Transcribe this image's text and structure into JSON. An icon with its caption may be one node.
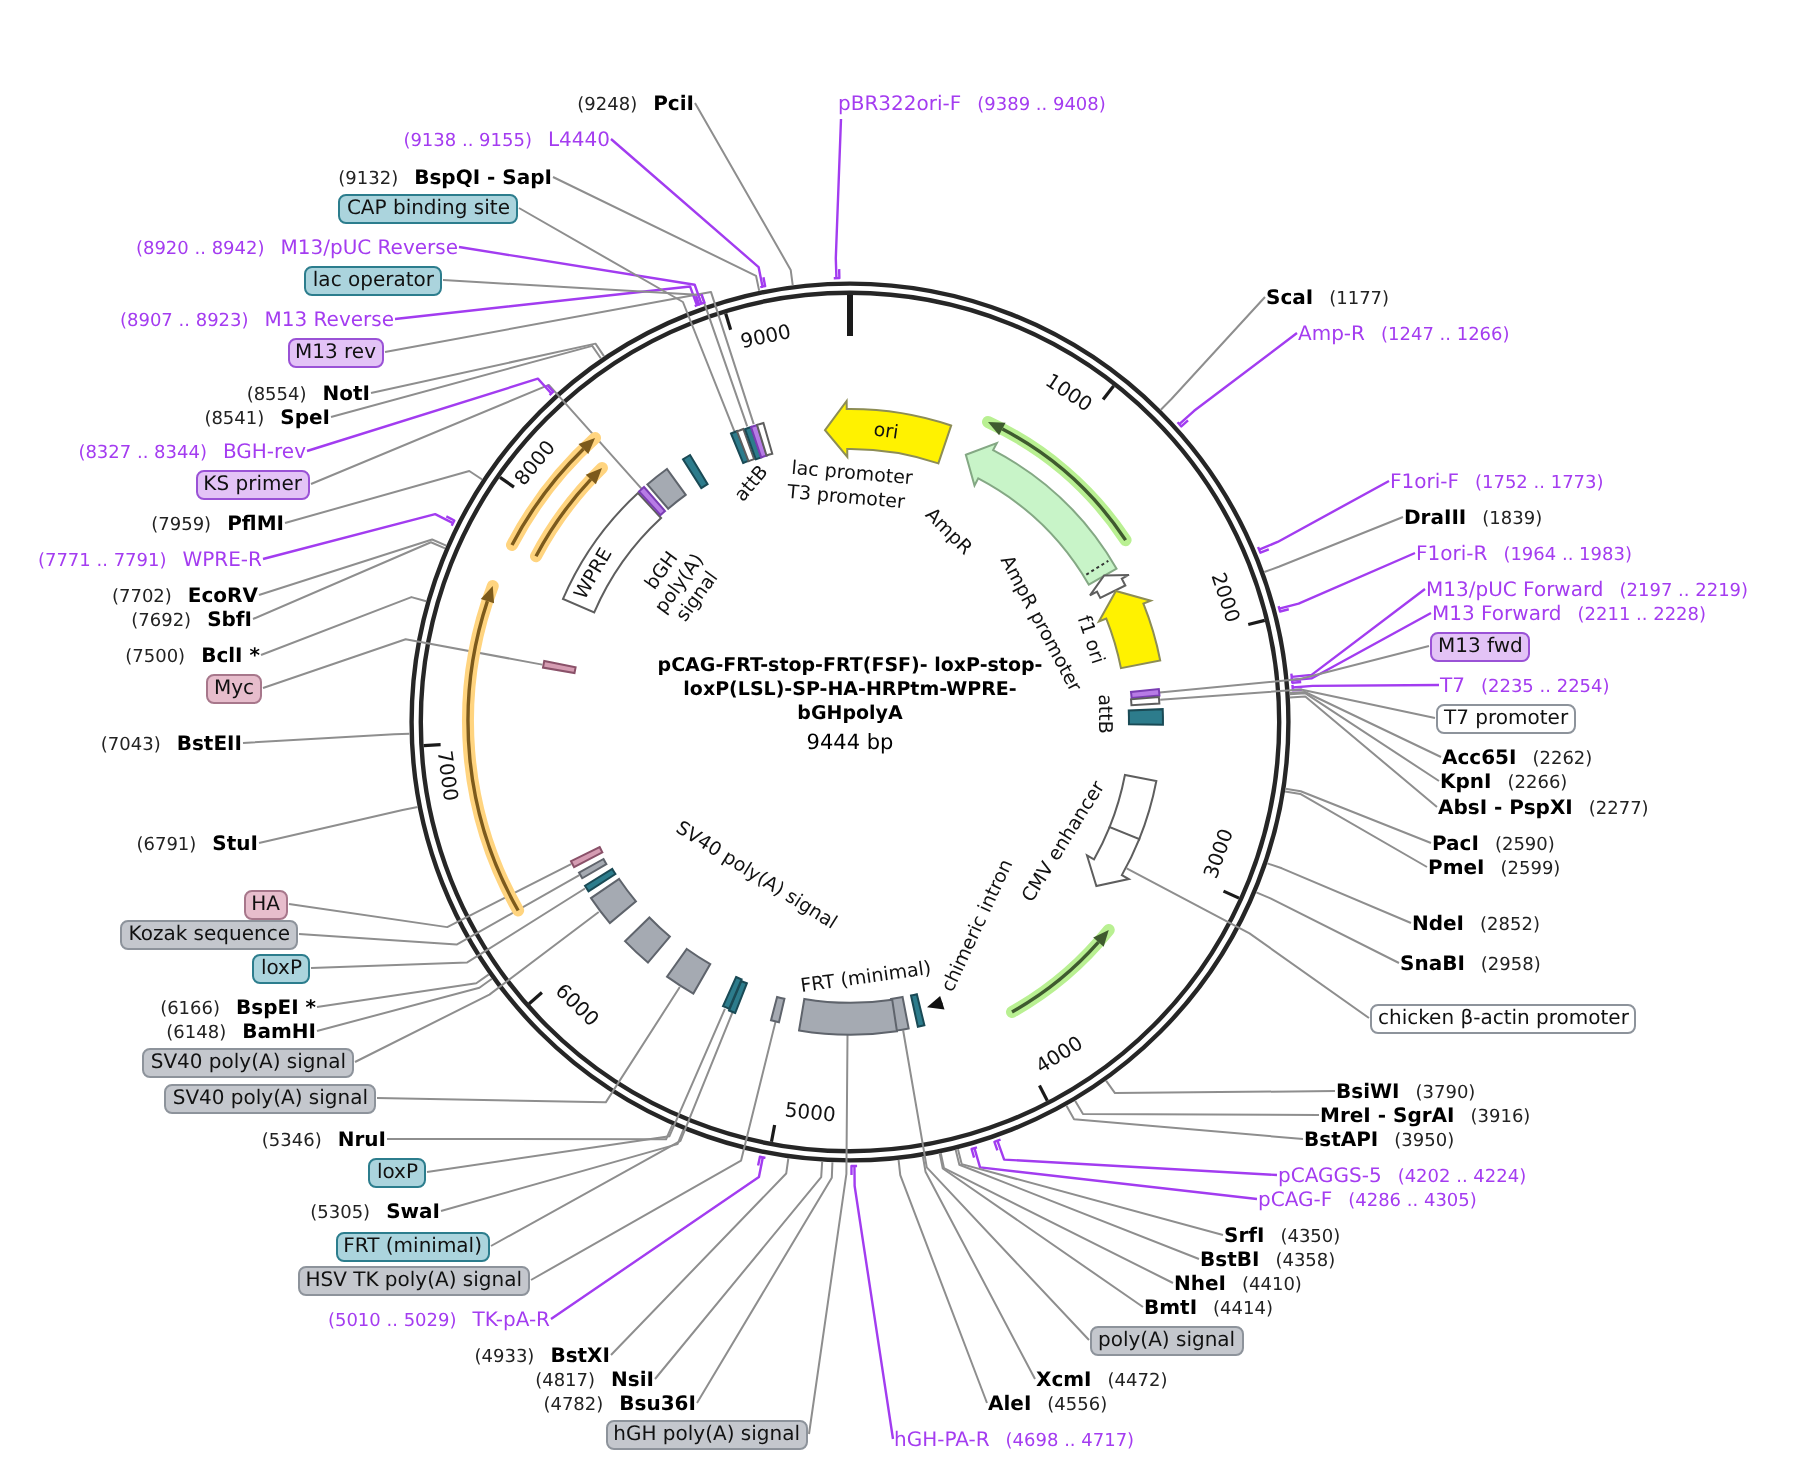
{
  "diagram": {
    "title": "pCAG-FRT-stop-FRT(FSF)- loxP-stop-loxP(LSL)-SP-HA-HRPtm-WPRE-bGHpolyA",
    "nodes": [
      {
        "text": [
          "pBR322ori-F",
          "(9389 .. 9408)"
        ]
      },
      {
        "text": [
          "ScaI",
          "(1177)"
        ]
      },
      {
        "text": [
          "Amp-R",
          "(1247 .. 1266)"
        ]
      },
      {
        "text": [
          "F1ori-F",
          "(1752 .. 1773)"
        ]
      },
      {
        "text": [
          "DraIII",
          "(1839)"
        ]
      },
      {
        "text": [
          "F1ori-R",
          "(1964 .. 1983)"
        ]
      },
      {
        "text": [
          "M13/pUC Forward",
          "(2197 .. 2219)"
        ]
      },
      {
        "text": [
          "M13 Forward",
          "(2211 .. 2228)"
        ]
      },
      {
        "text": [
          "M13 fwd"
        ]
      },
      {
        "text": [
          "T7",
          "(2235 .. 2254)"
        ]
      },
      {
        "text": [
          "T7 promoter"
        ]
      },
      {
        "text": [
          "Acc65I",
          "(2262)"
        ]
      },
      {
        "text": [
          "KpnI",
          "(2266)"
        ]
      },
      {
        "text": [
          "AbsI - PspXI",
          "(2277)"
        ]
      },
      {
        "text": [
          "PacI",
          "(2590)"
        ]
      },
      {
        "text": [
          "PmeI",
          "(2599)"
        ]
      },
      {
        "text": [
          "NdeI",
          "(2852)"
        ]
      },
      {
        "text": [
          "SnaBI",
          "(2958)"
        ]
      },
      {
        "text": [
          "chicken β-actin promoter"
        ]
      },
      {
        "text": [
          "BsiWI",
          "(3790)"
        ]
      },
      {
        "text": [
          "MreI - SgrAI",
          "(3916)"
        ]
      },
      {
        "text": [
          "BstAPI",
          "(3950)"
        ]
      },
      {
        "text": [
          "pCAGGS-5",
          "(4202 .. 4224)"
        ]
      },
      {
        "text": [
          "pCAG-F",
          "(4286 .. 4305)"
        ]
      },
      {
        "text": [
          "SrfI",
          "(4350)"
        ]
      },
      {
        "text": [
          "BstBI",
          "(4358)"
        ]
      },
      {
        "text": [
          "NheI",
          "(4410)"
        ]
      },
      {
        "text": [
          "BmtI",
          "(4414)"
        ]
      },
      {
        "text": [
          "poly(A) signal"
        ]
      },
      {
        "text": [
          "XcmI",
          "(4472)"
        ]
      },
      {
        "text": [
          "AleI",
          "(4556)"
        ]
      },
      {
        "text": [
          "hGH-PA-R",
          "(4698 .. 4717)"
        ]
      },
      {
        "text": [
          "hGH poly(A) signal"
        ]
      },
      {
        "text": [
          "(4782)",
          "Bsu36I"
        ]
      },
      {
        "text": [
          "(4817)",
          "NsiI"
        ]
      },
      {
        "text": [
          "(4933)",
          "BstXI"
        ]
      },
      {
        "text": [
          "(5010 .. 5029)",
          "TK-pA-R"
        ]
      },
      {
        "text": [
          "HSV TK poly(A) signal"
        ]
      },
      {
        "text": [
          "FRT (minimal)"
        ]
      },
      {
        "text": [
          "(5305)",
          "SwaI"
        ]
      },
      {
        "text": [
          "loxP"
        ]
      },
      {
        "text": [
          "(5346)",
          "NruI"
        ]
      },
      {
        "text": [
          "SV40 poly(A) signal"
        ]
      },
      {
        "text": [
          "SV40 poly(A) signal"
        ]
      },
      {
        "text": [
          "(6148)",
          "BamHI"
        ]
      },
      {
        "text": [
          "(6166)",
          "BspEI *"
        ]
      },
      {
        "text": [
          "loxP"
        ]
      },
      {
        "text": [
          "Kozak sequence"
        ]
      },
      {
        "text": [
          "HA"
        ]
      },
      {
        "text": [
          "(6791)",
          "StuI"
        ]
      },
      {
        "text": [
          "(7043)",
          "BstEII"
        ]
      },
      {
        "text": [
          "Myc"
        ]
      },
      {
        "text": [
          "(7500)",
          "BclI *"
        ]
      },
      {
        "text": [
          "(7692)",
          "SbfI"
        ]
      },
      {
        "text": [
          "(7702)",
          "EcoRV"
        ]
      },
      {
        "text": [
          "(7771 .. 7791)",
          "WPRE-R"
        ]
      },
      {
        "text": [
          "(7959)",
          "PflMI"
        ]
      },
      {
        "text": [
          "KS primer"
        ]
      },
      {
        "text": [
          "(8327 .. 8344)",
          "BGH-rev"
        ]
      },
      {
        "text": [
          "(8541)",
          "SpeI"
        ]
      },
      {
        "text": [
          "(8554)",
          "NotI"
        ]
      },
      {
        "text": [
          "M13 rev"
        ]
      },
      {
        "text": [
          "(8907 .. 8923)",
          "M13 Reverse"
        ]
      },
      {
        "text": [
          "lac operator"
        ]
      },
      {
        "text": [
          "(8920 .. 8942)",
          "M13/pUC Reverse"
        ]
      },
      {
        "text": [
          "CAP binding site"
        ]
      },
      {
        "text": [
          "(9132)",
          "BspQI - SapI"
        ]
      },
      {
        "text": [
          "(9138 .. 9155)",
          "L4440"
        ]
      },
      {
        "text": [
          "(9248)",
          "PciI"
        ]
      },
      {
        "text": [
          "ori"
        ]
      },
      {
        "text": [
          "AmpR"
        ]
      },
      {
        "text": [],
        "shape": "arrow"
      },
      {
        "text": [
          "AmpR promoter"
        ]
      },
      {
        "text": [
          "f1 ori"
        ]
      },
      {
        "text": [],
        "shape": "bar"
      },
      {
        "text": [],
        "shape": "bar"
      },
      {
        "text": [
          "attB"
        ]
      },
      {
        "text": [
          "CMV enhancer"
        ]
      },
      {
        "text": [],
        "shape": "arrow"
      },
      {
        "text": [],
        "shape": "arrow"
      },
      {
        "text": [
          "chimeric intron"
        ]
      },
      {
        "text": [
          "FRT (minimal)"
        ]
      },
      {
        "text": [],
        "shape": "box"
      },
      {
        "text": [],
        "shape": "box"
      },
      {
        "text": [],
        "shape": "box"
      },
      {
        "text": [],
        "shape": "bar"
      },
      {
        "text": [],
        "shape": "bar"
      },
      {
        "text": [],
        "shape": "box"
      },
      {
        "text": [
          "SV40 poly(A) signal"
        ]
      },
      {
        "text": [],
        "shape": "box"
      },
      {
        "text": [],
        "shape": "bar"
      },
      {
        "text": [],
        "shape": "bar"
      },
      {
        "text": [],
        "shape": "bar"
      },
      {
        "text": [],
        "shape": "arrow"
      },
      {
        "text": [],
        "shape": "bar"
      },
      {
        "text": [
          "WPRE"
        ]
      },
      {
        "text": [],
        "shape": "arrow"
      },
      {
        "text": [],
        "shape": "arrow"
      },
      {
        "text": [],
        "shape": "bar"
      },
      {
        "text": [
          "bGH poly(A) signal"
        ]
      },
      {
        "text": [
          "attB"
        ]
      },
      {
        "text": [],
        "shape": "bar"
      },
      {
        "text": [
          "lac promoter"
        ]
      },
      {
        "text": [],
        "shape": "bar"
      },
      {
        "text": [],
        "shape": "bar"
      },
      {
        "text": [
          "T3 promoter"
        ]
      }
    ],
    "edges": [
      {
        "from": 0,
        "to": null,
        "arrow": "none",
        "color": "#a23cf0"
      },
      {
        "from": 1,
        "to": null,
        "arrow": "none"
      },
      {
        "from": 2,
        "to": null,
        "arrow": "none",
        "color": "#a23cf0"
      },
      {
        "from": 3,
        "to": null,
        "arrow": "none",
        "color": "#a23cf0"
      },
      {
        "from": 4,
        "to": null,
        "arrow": "none"
      },
      {
        "from": 5,
        "to": null,
        "arrow": "none",
        "color": "#a23cf0"
      },
      {
        "from": 6,
        "to": null,
        "arrow": "none",
        "color": "#a23cf0"
      },
      {
        "from": 7,
        "to": null,
        "arrow": "none",
        "color": "#a23cf0"
      },
      {
        "from": 8,
        "to": 74,
        "arrow": "none"
      },
      {
        "from": 9,
        "to": null,
        "arrow": "none",
        "color": "#a23cf0"
      },
      {
        "from": 10,
        "to": 75,
        "arrow": "none"
      },
      {
        "from": 11,
        "to": null,
        "arrow": "none"
      },
      {
        "from": 12,
        "to": null,
        "arrow": "none"
      },
      {
        "from": 13,
        "to": null,
        "arrow": "none"
      },
      {
        "from": 14,
        "to": null,
        "arrow": "none"
      },
      {
        "from": 15,
        "to": null,
        "arrow": "none"
      },
      {
        "from": 16,
        "to": null,
        "arrow": "none"
      },
      {
        "from": 17,
        "to": null,
        "arrow": "none"
      },
      {
        "from": 18,
        "to": 78,
        "arrow": "none"
      },
      {
        "from": 19,
        "to": null,
        "arrow": "none"
      },
      {
        "from": 20,
        "to": null,
        "arrow": "none"
      },
      {
        "from": 21,
        "to": null,
        "arrow": "none"
      },
      {
        "from": 22,
        "to": null,
        "arrow": "none",
        "color": "#a23cf0"
      },
      {
        "from": 23,
        "to": null,
        "arrow": "none",
        "color": "#a23cf0"
      },
      {
        "from": 24,
        "to": null,
        "arrow": "none"
      },
      {
        "from": 25,
        "to": null,
        "arrow": "none"
      },
      {
        "from": 26,
        "to": null,
        "arrow": "none"
      },
      {
        "from": 27,
        "to": null,
        "arrow": "none"
      },
      {
        "from": 28,
        "to": 82,
        "arrow": "none"
      },
      {
        "from": 29,
        "to": null,
        "arrow": "none"
      },
      {
        "from": 30,
        "to": null,
        "arrow": "none"
      },
      {
        "from": 31,
        "to": null,
        "arrow": "none",
        "color": "#a23cf0"
      },
      {
        "from": 32,
        "to": 83,
        "arrow": "none"
      },
      {
        "from": 33,
        "to": null,
        "arrow": "none"
      },
      {
        "from": 34,
        "to": null,
        "arrow": "none"
      },
      {
        "from": 35,
        "to": null,
        "arrow": "none"
      },
      {
        "from": 36,
        "to": null,
        "arrow": "none",
        "color": "#a23cf0"
      },
      {
        "from": 37,
        "to": 84,
        "arrow": "none"
      },
      {
        "from": 38,
        "to": 85,
        "arrow": "none"
      },
      {
        "from": 39,
        "to": null,
        "arrow": "none"
      },
      {
        "from": 40,
        "to": 86,
        "arrow": "none"
      },
      {
        "from": 41,
        "to": null,
        "arrow": "none"
      },
      {
        "from": 42,
        "to": 87,
        "arrow": "none"
      },
      {
        "from": 43,
        "to": 89,
        "arrow": "none"
      },
      {
        "from": 44,
        "to": null,
        "arrow": "none"
      },
      {
        "from": 45,
        "to": null,
        "arrow": "none"
      },
      {
        "from": 46,
        "to": 90,
        "arrow": "none"
      },
      {
        "from": 47,
        "to": 91,
        "arrow": "none"
      },
      {
        "from": 48,
        "to": 92,
        "arrow": "none"
      },
      {
        "from": 49,
        "to": null,
        "arrow": "none"
      },
      {
        "from": 50,
        "to": null,
        "arrow": "none"
      },
      {
        "from": 51,
        "to": 94,
        "arrow": "none"
      },
      {
        "from": 52,
        "to": null,
        "arrow": "none"
      },
      {
        "from": 53,
        "to": null,
        "arrow": "none"
      },
      {
        "from": 54,
        "to": null,
        "arrow": "none"
      },
      {
        "from": 55,
        "to": null,
        "arrow": "none",
        "color": "#a23cf0"
      },
      {
        "from": 56,
        "to": null,
        "arrow": "none"
      },
      {
        "from": 57,
        "to": 98,
        "arrow": "none"
      },
      {
        "from": 58,
        "to": null,
        "arrow": "none",
        "color": "#a23cf0"
      },
      {
        "from": 59,
        "to": null,
        "arrow": "none"
      },
      {
        "from": 60,
        "to": null,
        "arrow": "none"
      },
      {
        "from": 61,
        "to": 104,
        "arrow": "none"
      },
      {
        "from": 62,
        "to": null,
        "arrow": "none",
        "color": "#a23cf0"
      },
      {
        "from": 63,
        "to": 103,
        "arrow": "none"
      },
      {
        "from": 64,
        "to": null,
        "arrow": "none",
        "color": "#a23cf0"
      },
      {
        "from": 65,
        "to": 101,
        "arrow": "none"
      },
      {
        "from": 66,
        "to": null,
        "arrow": "none"
      },
      {
        "from": 67,
        "to": null,
        "arrow": "none",
        "color": "#a23cf0"
      },
      {
        "from": 68,
        "to": null,
        "arrow": "none"
      }
    ],
    "labels": [
      "9444 bp",
      "1000",
      "2000",
      "3000",
      "4000",
      "5000",
      "6000",
      "7000",
      "8000",
      "9000"
    ]
  }
}
